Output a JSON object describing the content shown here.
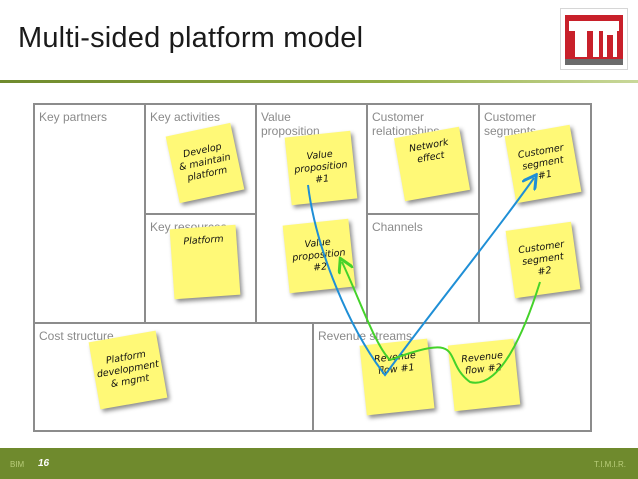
{
  "slide": {
    "title": "Multi-sided platform model",
    "page_number": "16",
    "footer_left": "BIM",
    "footer_right": "T.I.M.I.R. "
  },
  "canvas": {
    "key_partners": "Key partners",
    "key_activities": "Key activities",
    "key_resources": "Key resources",
    "value_proposition": "Value\nproposition",
    "customer_relationships": "Customer\nrelationships",
    "channels": "Channels",
    "customer_segments": "Customer\nsegments",
    "cost_structure": "Cost structure",
    "revenue_streams": "Revenue streams"
  },
  "notes": {
    "develop": "Develop\n& maintain\nplatform",
    "platform": "Platform",
    "value_1": "Value\nproposition\n#1",
    "value_2": "Value\nproposition\n#2",
    "network": "Network\neffect",
    "segment_1": "Customer\nsegment\n#1",
    "segment_2": "Customer\nsegment\n#2",
    "cost": "Platform\ndevelopment\n& mgmt",
    "revenue_1": "Revenue\nflow #1",
    "revenue_2": "Revenue\nflow #2"
  },
  "colors": {
    "note": "#fff977",
    "flow_1": "#1f8fd6",
    "flow_2": "#44d22a",
    "brand_green": "#6f8a2d"
  },
  "icons": {
    "logo": "tim-logo-icon"
  }
}
